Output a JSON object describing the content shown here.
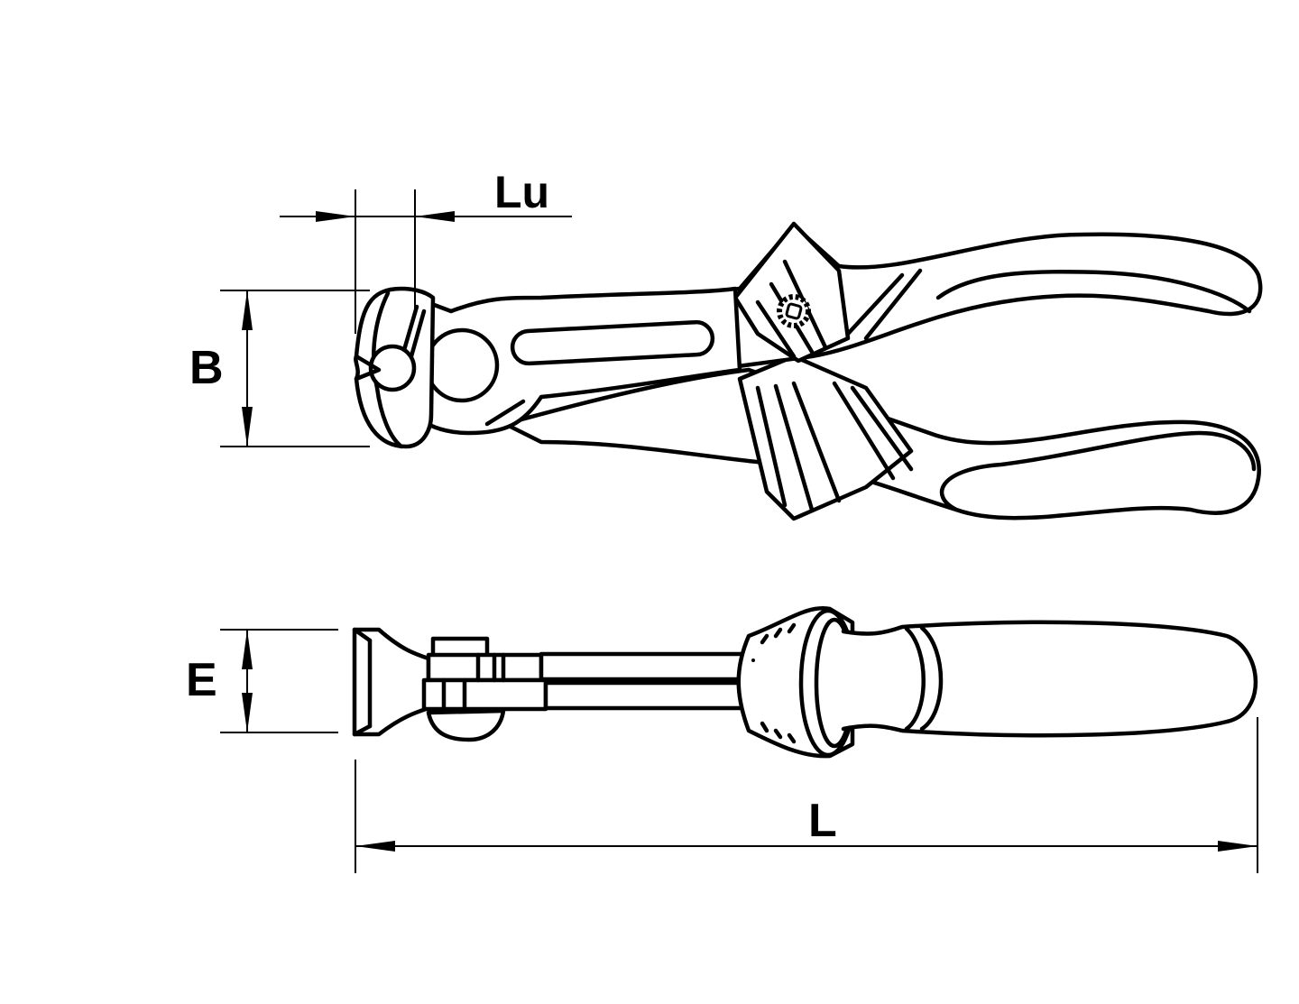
{
  "diagram": {
    "subject": "End cutting pliers – technical dimension drawing",
    "views": [
      "top-view",
      "side-view"
    ],
    "line_color": "#000000",
    "background_color": "#ffffff"
  },
  "dimensions": {
    "lu": {
      "label": "Lu",
      "meaning": "jaw cutting depth"
    },
    "b": {
      "label": "B",
      "meaning": "head width"
    },
    "e": {
      "label": "E",
      "meaning": "head thickness"
    },
    "l": {
      "label": "L",
      "meaning": "overall length"
    }
  }
}
